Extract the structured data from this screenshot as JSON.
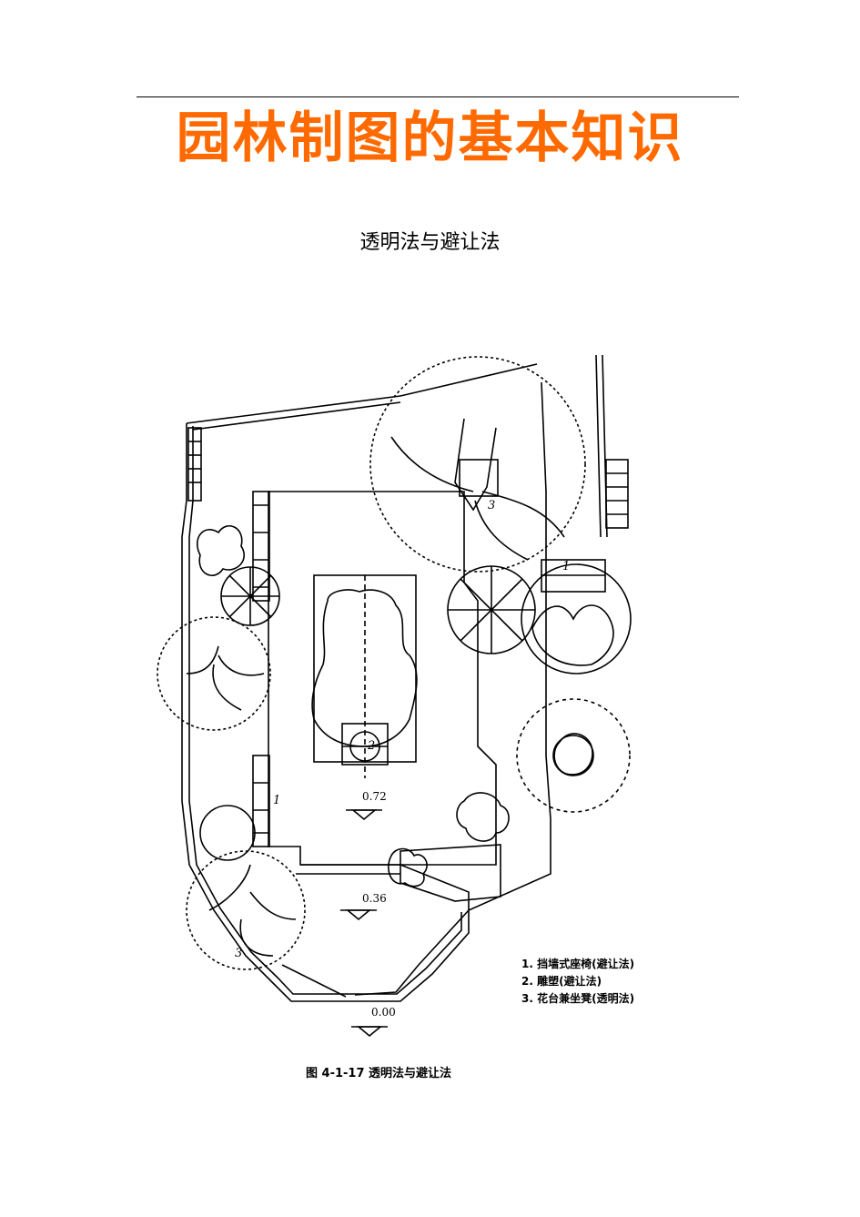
{
  "document": {
    "title": "园林制图的基本知识",
    "subtitle": "透明法与避让法"
  },
  "figure": {
    "elevations": [
      "0.72",
      "0.36",
      "0.00"
    ],
    "marker_numbers": [
      "1",
      "2",
      "3",
      "1",
      "3"
    ],
    "legend": [
      "1. 挡墙式座椅(避让法)",
      "2. 雕塑(避让法)",
      "3. 花台兼坐凳(透明法)"
    ],
    "caption": "图 4-1-17   透明法与避让法"
  },
  "colors": {
    "title": "#ff6a00",
    "ink": "#000000"
  }
}
